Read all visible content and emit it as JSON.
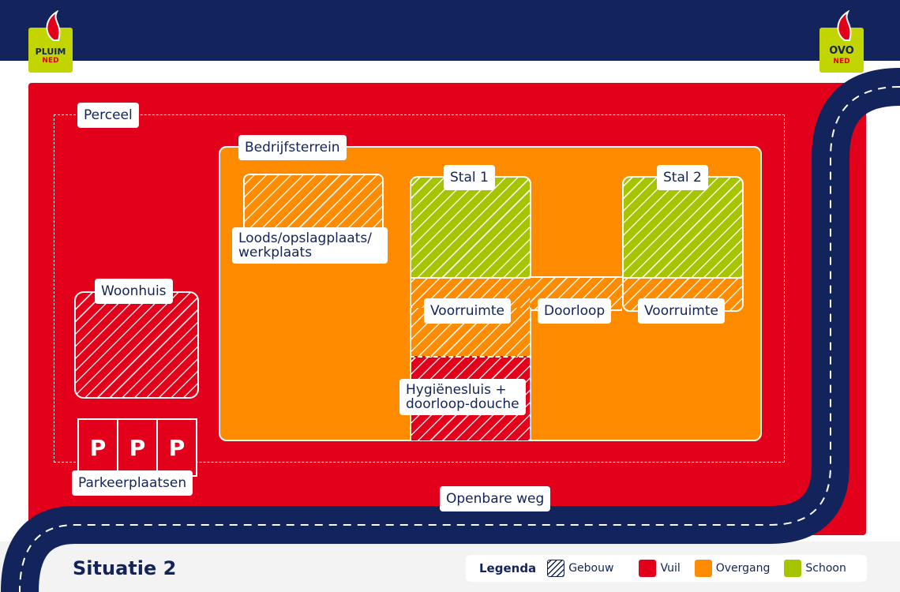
{
  "colors": {
    "navy": "#13235b",
    "vuil": "#e2001a",
    "overgang": "#ff8c00",
    "schoon": "#a6c500"
  },
  "logos": {
    "left": {
      "line1": "PLUIM",
      "line2": "NED"
    },
    "right": {
      "line1": "OVO",
      "line2": "NED"
    }
  },
  "labels": {
    "perceel": "Perceel",
    "bedrijfsterrein": "Bedrijfsterrein",
    "loods_line1": "Loods/opslagplaats/",
    "loods_line2": "werkplaats",
    "stal1": "Stal 1",
    "stal2": "Stal 2",
    "voorruimte1": "Voorruimte",
    "doorloop": "Doorloop",
    "voorruimte2": "Voorruimte",
    "hygiene_line1": "Hygiënesluis +",
    "hygiene_line2": "doorloop-douche",
    "woonhuis": "Woonhuis",
    "parkeerplaatsen": "Parkeerplaatsen",
    "openbare_weg": "Openbare weg"
  },
  "parking": [
    "P",
    "P",
    "P"
  ],
  "footer": {
    "title": "Situatie 2"
  },
  "legend": {
    "title": "Legenda",
    "items": [
      {
        "label": "Gebouw",
        "icon": "hatch-swatch-icon"
      },
      {
        "label": "Vuil",
        "icon": "red-swatch-icon"
      },
      {
        "label": "Overgang",
        "icon": "orange-swatch-icon"
      },
      {
        "label": "Schoon",
        "icon": "green-swatch-icon"
      }
    ]
  }
}
